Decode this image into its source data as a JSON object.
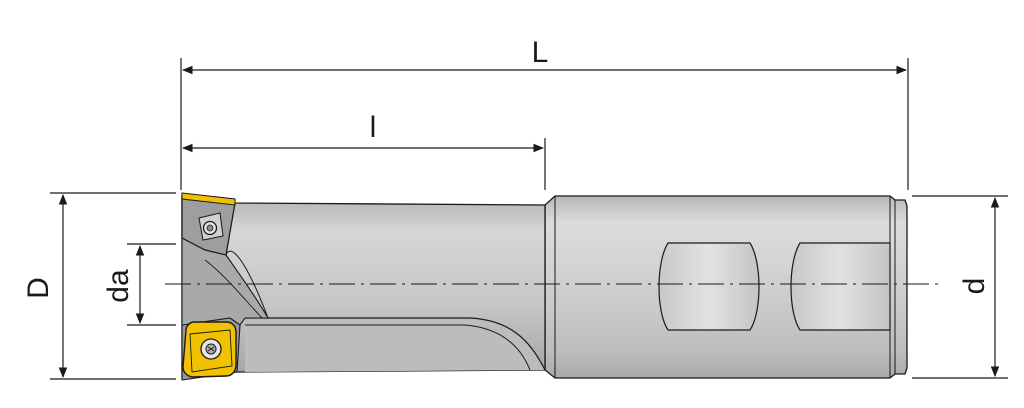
{
  "dimensions": {
    "L": "L",
    "l": "l",
    "D": "D",
    "da": "da",
    "d": "d"
  },
  "colors": {
    "body_light": "#d4d4d4",
    "body_mid": "#bfbfbf",
    "body_dark": "#a8a8a8",
    "insert_yellow": "#f2c200",
    "outline": "#1a1a1a"
  }
}
